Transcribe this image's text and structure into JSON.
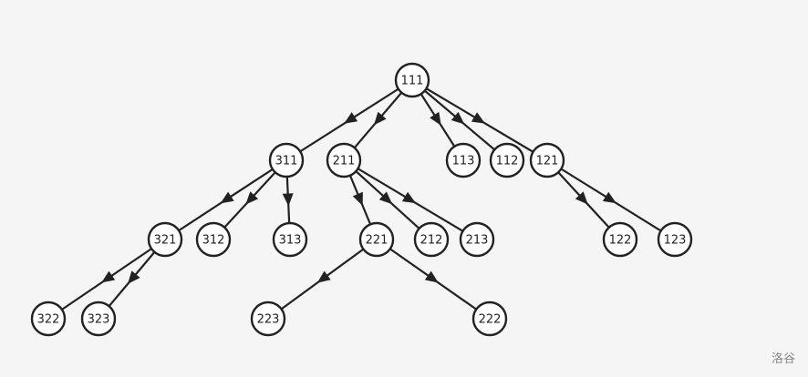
{
  "graph": {
    "nodes": [
      "111",
      "311",
      "211",
      "113",
      "112",
      "121",
      "321",
      "312",
      "313",
      "221",
      "212",
      "213",
      "122",
      "123",
      "322",
      "323",
      "223",
      "222"
    ],
    "edges": [
      [
        "111",
        "311"
      ],
      [
        "111",
        "211"
      ],
      [
        "111",
        "113"
      ],
      [
        "111",
        "112"
      ],
      [
        "111",
        "121"
      ],
      [
        "311",
        "321"
      ],
      [
        "311",
        "312"
      ],
      [
        "311",
        "313"
      ],
      [
        "211",
        "221"
      ],
      [
        "211",
        "212"
      ],
      [
        "211",
        "213"
      ],
      [
        "121",
        "122"
      ],
      [
        "121",
        "123"
      ],
      [
        "321",
        "322"
      ],
      [
        "321",
        "323"
      ],
      [
        "221",
        "223"
      ],
      [
        "221",
        "222"
      ]
    ],
    "directed": true
  },
  "watermark": "洛谷",
  "colors": {
    "background": "#f5f5f5",
    "stroke": "#222222",
    "node_fill": "#ffffff"
  }
}
